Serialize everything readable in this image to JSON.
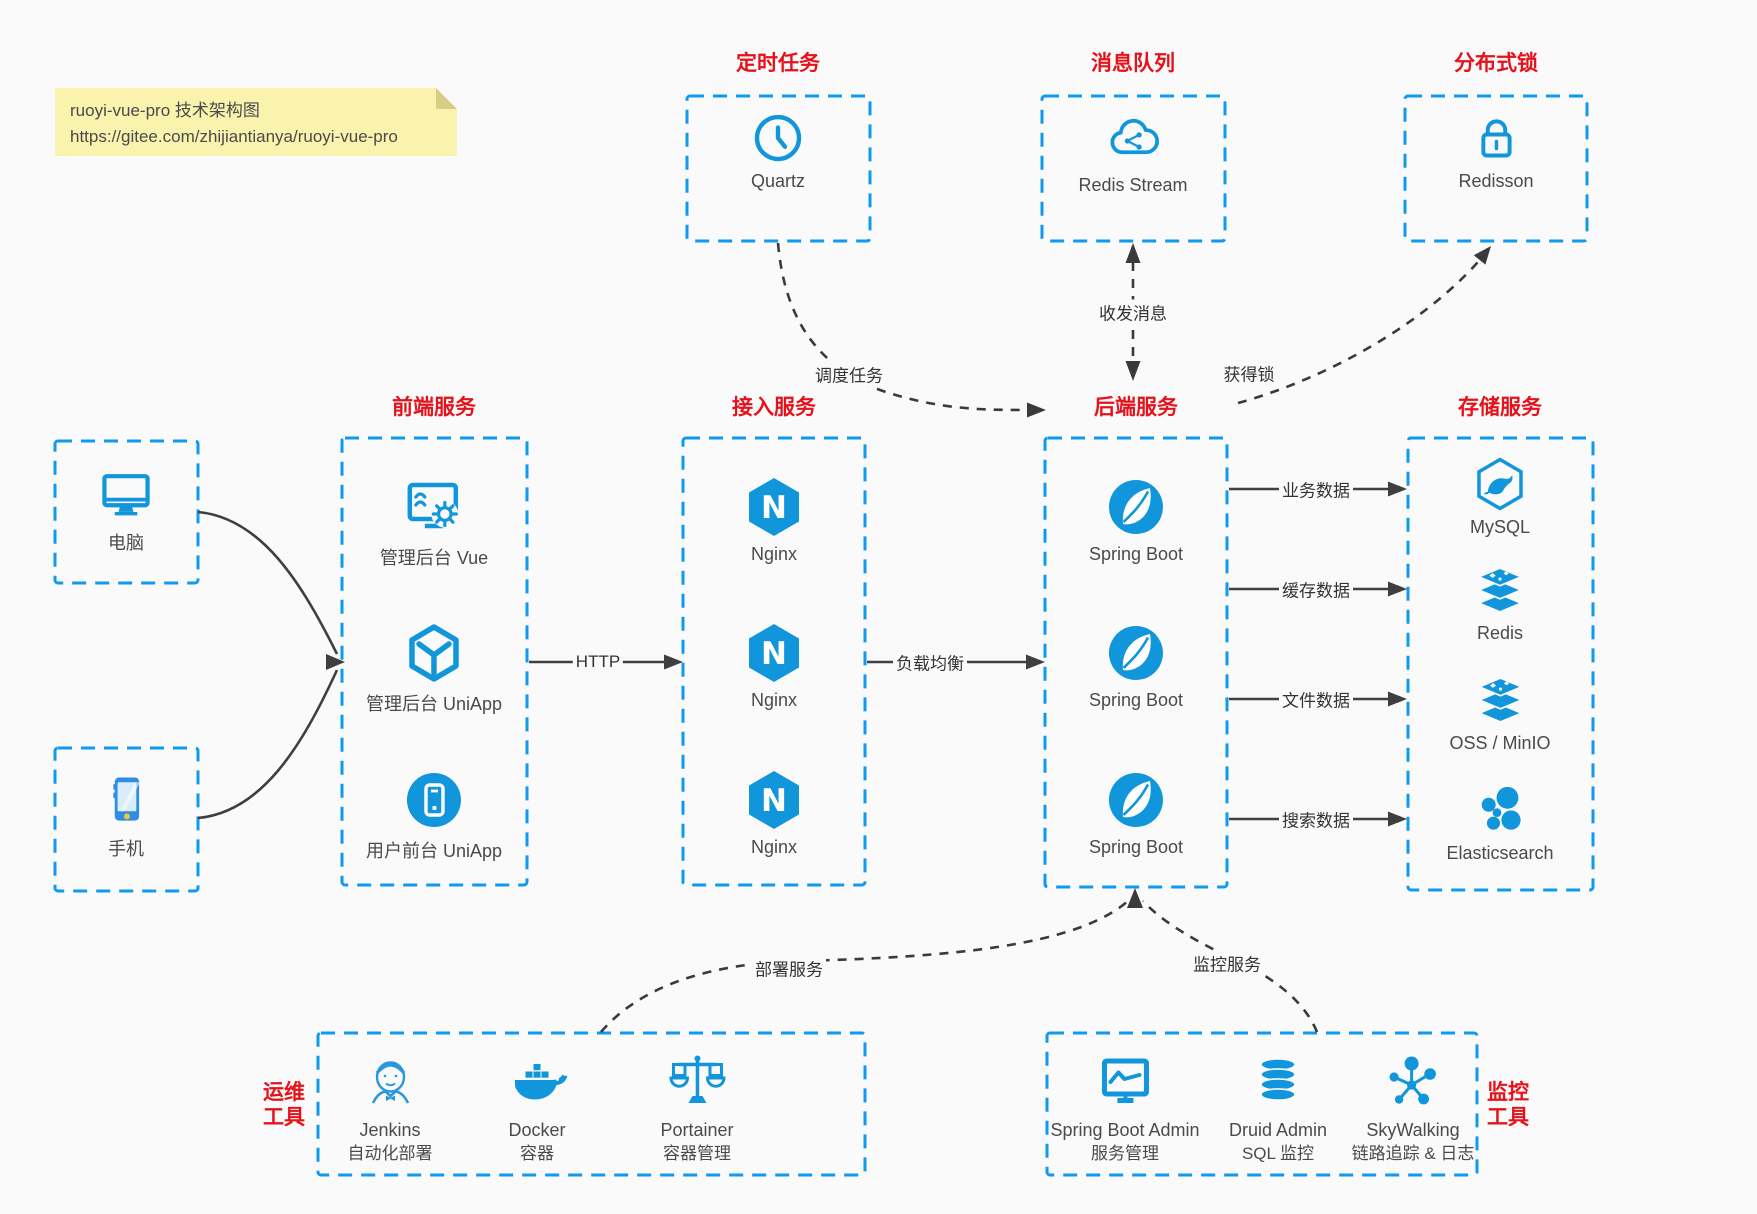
{
  "note": {
    "line1": "ruoyi-vue-pro 技术架构图",
    "line2": "https://gitee.com/zhijiantianya/ruoyi-vue-pro"
  },
  "scheduler": {
    "title": "定时任务",
    "item": {
      "label": "Quartz"
    }
  },
  "mq": {
    "title": "消息队列",
    "item": {
      "label": "Redis Stream"
    }
  },
  "distlock": {
    "title": "分布式锁",
    "item": {
      "label": "Redisson"
    }
  },
  "clients": {
    "computer": {
      "label": "电脑"
    },
    "phone": {
      "label": "手机"
    }
  },
  "frontend": {
    "title": "前端服务",
    "items": [
      {
        "label": "管理后台 Vue"
      },
      {
        "label": "管理后台 UniApp"
      },
      {
        "label": "用户前台 UniApp"
      }
    ]
  },
  "access": {
    "title": "接入服务",
    "items": [
      {
        "label": "Nginx"
      },
      {
        "label": "Nginx"
      },
      {
        "label": "Nginx"
      }
    ]
  },
  "backend": {
    "title": "后端服务",
    "items": [
      {
        "label": "Spring Boot"
      },
      {
        "label": "Spring Boot"
      },
      {
        "label": "Spring Boot"
      }
    ]
  },
  "storage": {
    "title": "存储服务",
    "items": [
      {
        "label": "MySQL"
      },
      {
        "label": "Redis"
      },
      {
        "label": "OSS / MinIO"
      },
      {
        "label": "Elasticsearch"
      }
    ]
  },
  "devops": {
    "title_line1": "运维",
    "title_line2": "工具",
    "items": [
      {
        "name": "Jenkins",
        "desc": "自动化部署"
      },
      {
        "name": "Docker",
        "desc": "容器"
      },
      {
        "name": "Portainer",
        "desc": "容器管理"
      }
    ]
  },
  "monitoring": {
    "title_line1": "监控",
    "title_line2": "工具",
    "items": [
      {
        "name": "Spring Boot Admin",
        "desc": "服务管理"
      },
      {
        "name": "Druid Admin",
        "desc": "SQL 监控"
      },
      {
        "name": "SkyWalking",
        "desc": "链路追踪 & 日志"
      }
    ]
  },
  "edges": {
    "http": "HTTP",
    "load_balance": "负载均衡",
    "schedule_task": "调度任务",
    "send_receive_message": "收发消息",
    "acquire_lock": "获得锁",
    "business_data": "业务数据",
    "cache_data": "缓存数据",
    "file_data": "文件数据",
    "search_data": "搜索数据",
    "deploy_service": "部署服务",
    "monitor_service": "监控服务"
  },
  "colors": {
    "icon_blue": "#1296db",
    "border_blue": "#0f9af0",
    "title_red": "#e6121b",
    "arrow_dark": "#3f3f3f",
    "note_bg": "#faf3ae"
  }
}
